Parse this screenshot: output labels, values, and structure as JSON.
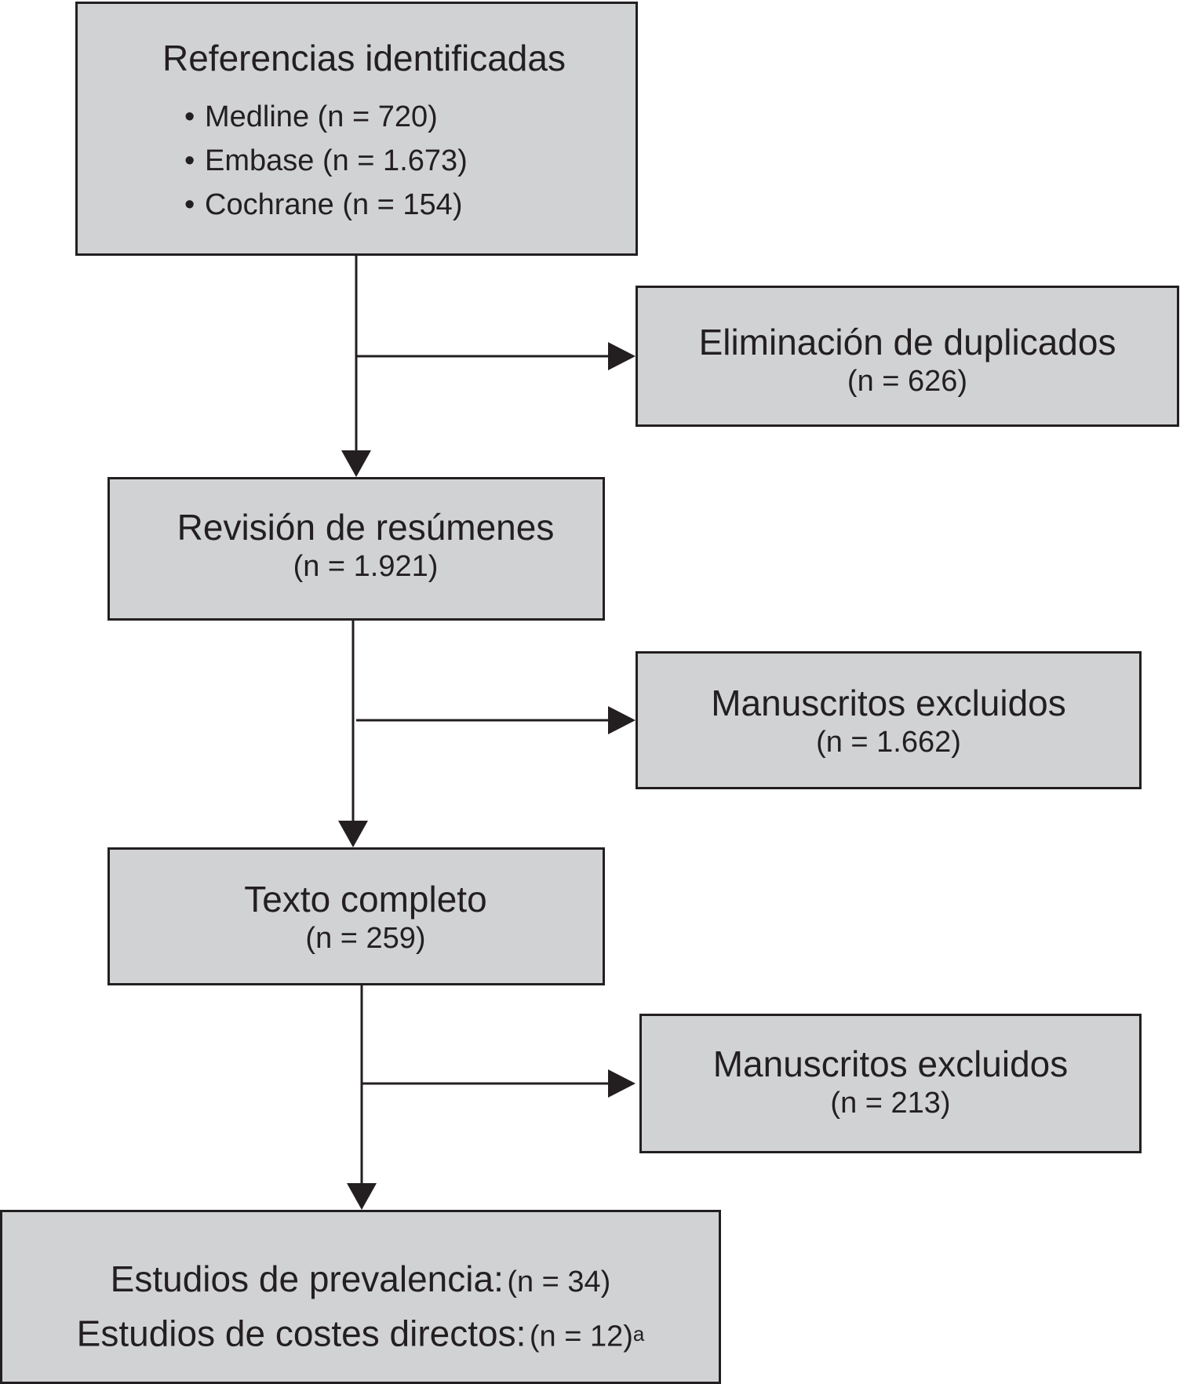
{
  "identified": {
    "title": "Referencias identificadas",
    "sources": [
      "Medline (n = 720)",
      "Embase (n = 1.673)",
      "Cochrane (n = 154)"
    ]
  },
  "duplicates": {
    "title": "Eliminación de duplicados",
    "count": "(n = 626)"
  },
  "abstracts": {
    "title": "Revisión de resúmenes",
    "count": "(n = 1.921)"
  },
  "excluded_1": {
    "title": "Manuscritos excluidos",
    "count": "(n = 1.662)"
  },
  "fulltext": {
    "title": "Texto completo",
    "count": "(n = 259)"
  },
  "excluded_2": {
    "title": "Manuscritos excluidos",
    "count": "(n = 213)"
  },
  "final": {
    "prevalence_label": "Estudios de prevalencia:",
    "prevalence_count": "(n = 34)",
    "costs_label": "Estudios de costes directos:",
    "costs_count": "(n = 12)",
    "costs_note": "a"
  },
  "colors": {
    "box_fill": "#d1d2d4",
    "stroke": "#231f20"
  }
}
